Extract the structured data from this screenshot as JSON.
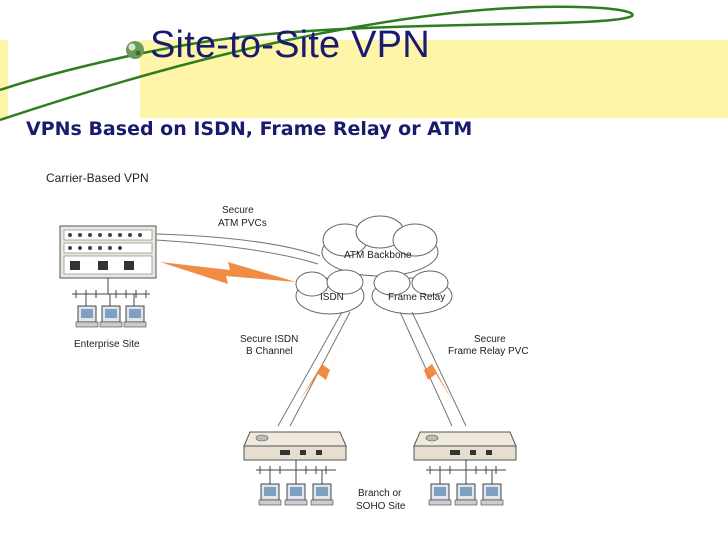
{
  "slide": {
    "title": "Site-to-Site VPN",
    "subtitle": "VPNs Based on ISDN, Frame Relay or ATM"
  },
  "diagram": {
    "heading": "Carrier-Based VPN",
    "secure_atm_1": "Secure",
    "secure_atm_2": "ATM PVCs",
    "atm_backbone": "ATM Backbone",
    "isdn": "ISDN",
    "frame_relay": "Frame Relay",
    "secure_isdn_1": "Secure ISDN",
    "secure_isdn_2": "B Channel",
    "secure_fr_1": "Secure",
    "secure_fr_2": "Frame Relay PVC",
    "enterprise_site": "Enterprise Site",
    "branch_1": "Branch or",
    "branch_2": "SOHO Site"
  },
  "colors": {
    "title_text": "#1a1a6e",
    "title_band": "#fff5a8",
    "accent_curve": "#2e7d1e",
    "lightning": "#f08030"
  },
  "icons": [
    "bullet-globe-icon",
    "router-icon",
    "cloud-icon",
    "computer-icon",
    "lightning-icon"
  ]
}
